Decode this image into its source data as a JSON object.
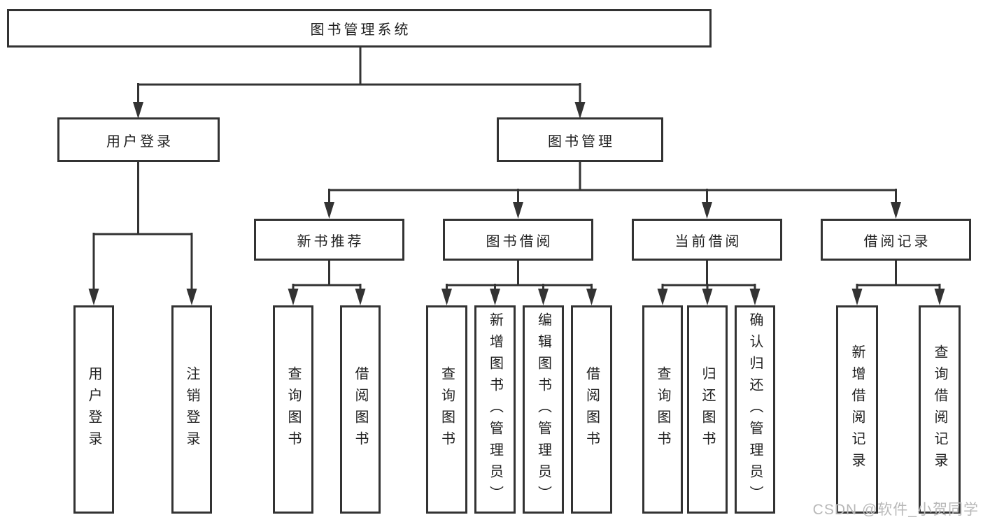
{
  "tree": {
    "root": {
      "label": "图书管理系统"
    },
    "branches": [
      {
        "label": "用户登录",
        "children": [
          {
            "label": "用户登录"
          },
          {
            "label": "注销登录"
          }
        ]
      },
      {
        "label": "图书管理",
        "sections": [
          {
            "label": "新书推荐",
            "children": [
              {
                "label": "查询图书"
              },
              {
                "label": "借阅图书"
              }
            ]
          },
          {
            "label": "图书借阅",
            "children": [
              {
                "label": "查询图书"
              },
              {
                "label": "新增图书（管理员）"
              },
              {
                "label": "编辑图书（管理员）"
              },
              {
                "label": "借阅图书"
              }
            ]
          },
          {
            "label": "当前借阅",
            "children": [
              {
                "label": "查询图书"
              },
              {
                "label": "归还图书"
              },
              {
                "label": "确认归还（管理员）"
              }
            ]
          },
          {
            "label": "借阅记录",
            "children": [
              {
                "label": "新增借阅记录"
              },
              {
                "label": "查询借阅记录"
              }
            ]
          }
        ]
      }
    ]
  },
  "watermark": {
    "text": "CSDN @软件_小贺同学"
  },
  "style": {
    "line_color": "#333333",
    "box_fill": "#ffffff",
    "text_color": "#212121",
    "watermark_color": "#b8b8b8"
  }
}
